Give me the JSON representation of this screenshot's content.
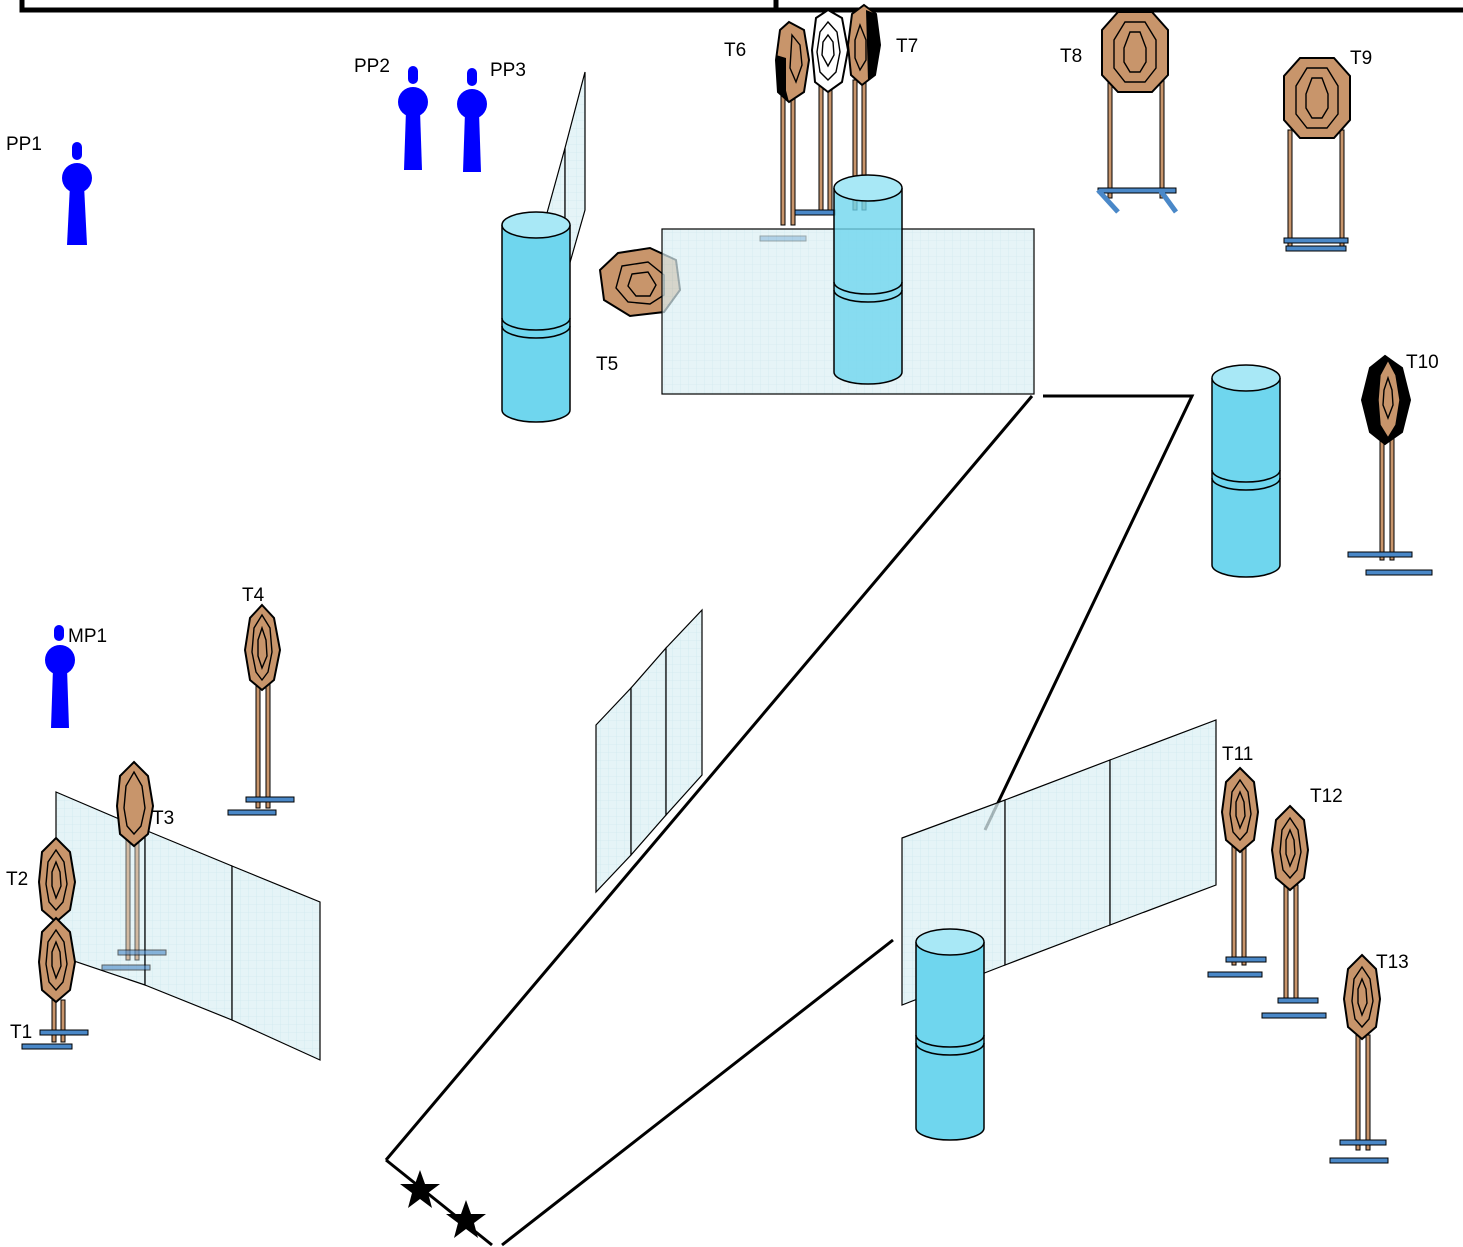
{
  "labels": {
    "pp1": "PP1",
    "pp2": "PP2",
    "pp3": "PP3",
    "mp1": "MP1",
    "t1": "T1",
    "t2": "T2",
    "t3": "T3",
    "t4": "T4",
    "t5": "T5",
    "t6": "T6",
    "t7": "T7",
    "t8": "T8",
    "t9": "T9",
    "t10": "T10",
    "t11": "T11",
    "t12": "T12",
    "t13": "T13"
  },
  "colors": {
    "target": "#c8956b",
    "no_shoot_black": "#000000",
    "no_shoot_white": "#ffffff",
    "popper": "#0000ff",
    "barrel": "#6fd6ee",
    "barrel_top": "#a8e8f6",
    "wall": "#d8eef2",
    "stand": "#4a88c8",
    "line": "#000000"
  },
  "icons": {
    "start_position": "star-icon",
    "popper": "popper-icon",
    "barrel": "barrel-icon",
    "target": "octagon-target-icon"
  }
}
